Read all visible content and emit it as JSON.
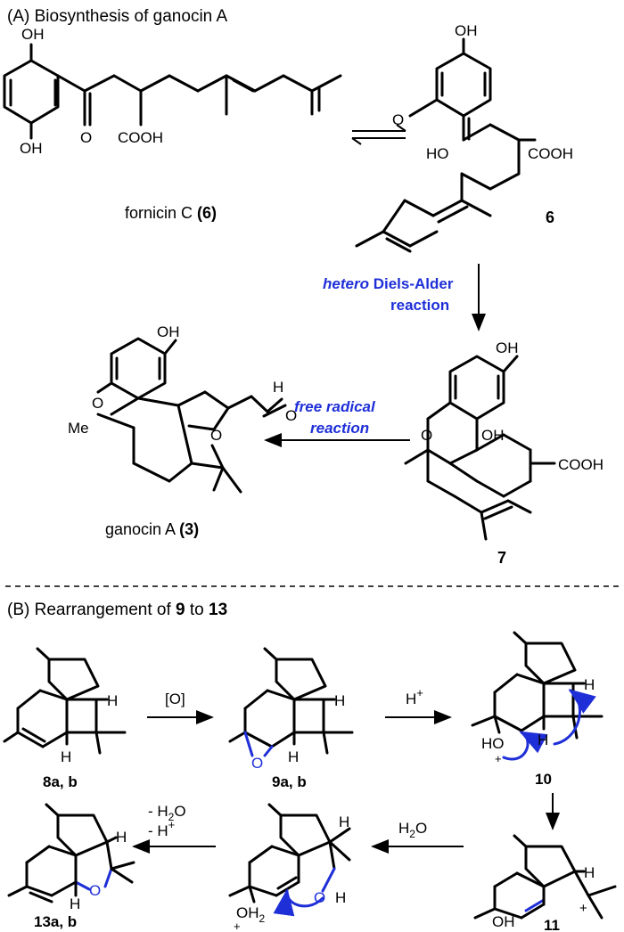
{
  "section_a": {
    "title": "(A) Biosynthesis of ganocin A",
    "fornicin_label": "fornicin C",
    "fornicin_number": "(6)",
    "compound6_label": "6",
    "hda_label_italic": "hetero",
    "hda_label_rest": " Diels-Alder",
    "hda_label_line2": "reaction",
    "compound7_label": "7",
    "radical_line1": "free radical",
    "radical_line2": "reaction",
    "ganocin_label": "ganocin A",
    "ganocin_number": "(3)",
    "atoms": {
      "oh": "OH",
      "ho": "HO",
      "o": "O",
      "cooh": "COOH",
      "me": "Me",
      "h": "H"
    }
  },
  "section_b": {
    "title_prefix": "(B) Rearrangement of ",
    "title_from": "9",
    "title_mid": " to ",
    "title_to": "13",
    "oxidant": "[O]",
    "acid_h": "H",
    "plus": "+",
    "water": "H",
    "water_sub": "2",
    "water_o": "O",
    "minus_water": "- H",
    "minus_water_o": "O",
    "minus_h": "- H",
    "label_8": "8a, b",
    "label_9": "9a, b",
    "label_10": "10",
    "label_11": "11",
    "label_13": "13a, b",
    "atoms": {
      "h": "H",
      "o": "O",
      "oh": "OH",
      "ho": "HO",
      "oh2": "OH",
      "sub2": "2"
    }
  },
  "colors": {
    "accent_blue": "#1f2fd8",
    "ink": "#000000"
  }
}
